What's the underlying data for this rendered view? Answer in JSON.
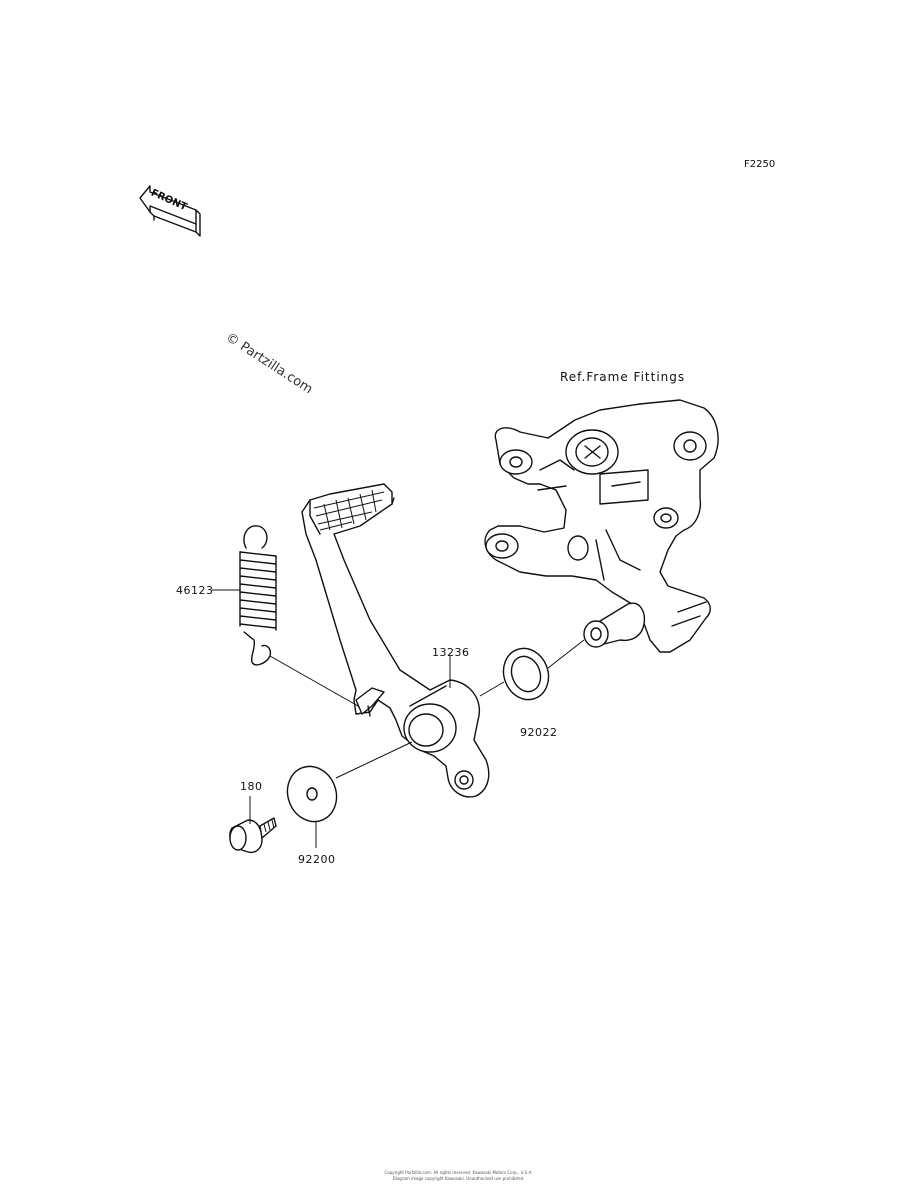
{
  "diagram_code": "F2250",
  "front_arrow_text": "FRONT",
  "watermark": "© Partzilla.com",
  "reference_note": "Ref.Frame Fittings",
  "parts": [
    {
      "number": "46123",
      "name": "spring"
    },
    {
      "number": "13236",
      "name": "brake-pedal"
    },
    {
      "number": "92022",
      "name": "washer-inner"
    },
    {
      "number": "92200",
      "name": "washer-outer"
    },
    {
      "number": "180",
      "name": "bolt"
    }
  ],
  "copyright_line_1": "Copyright Partzilla.com. All rights reserved. Kawasaki Motors Corp., U.S.A.",
  "copyright_line_2": "Diagram image copyright Kawasaki. Unauthorized use prohibited."
}
